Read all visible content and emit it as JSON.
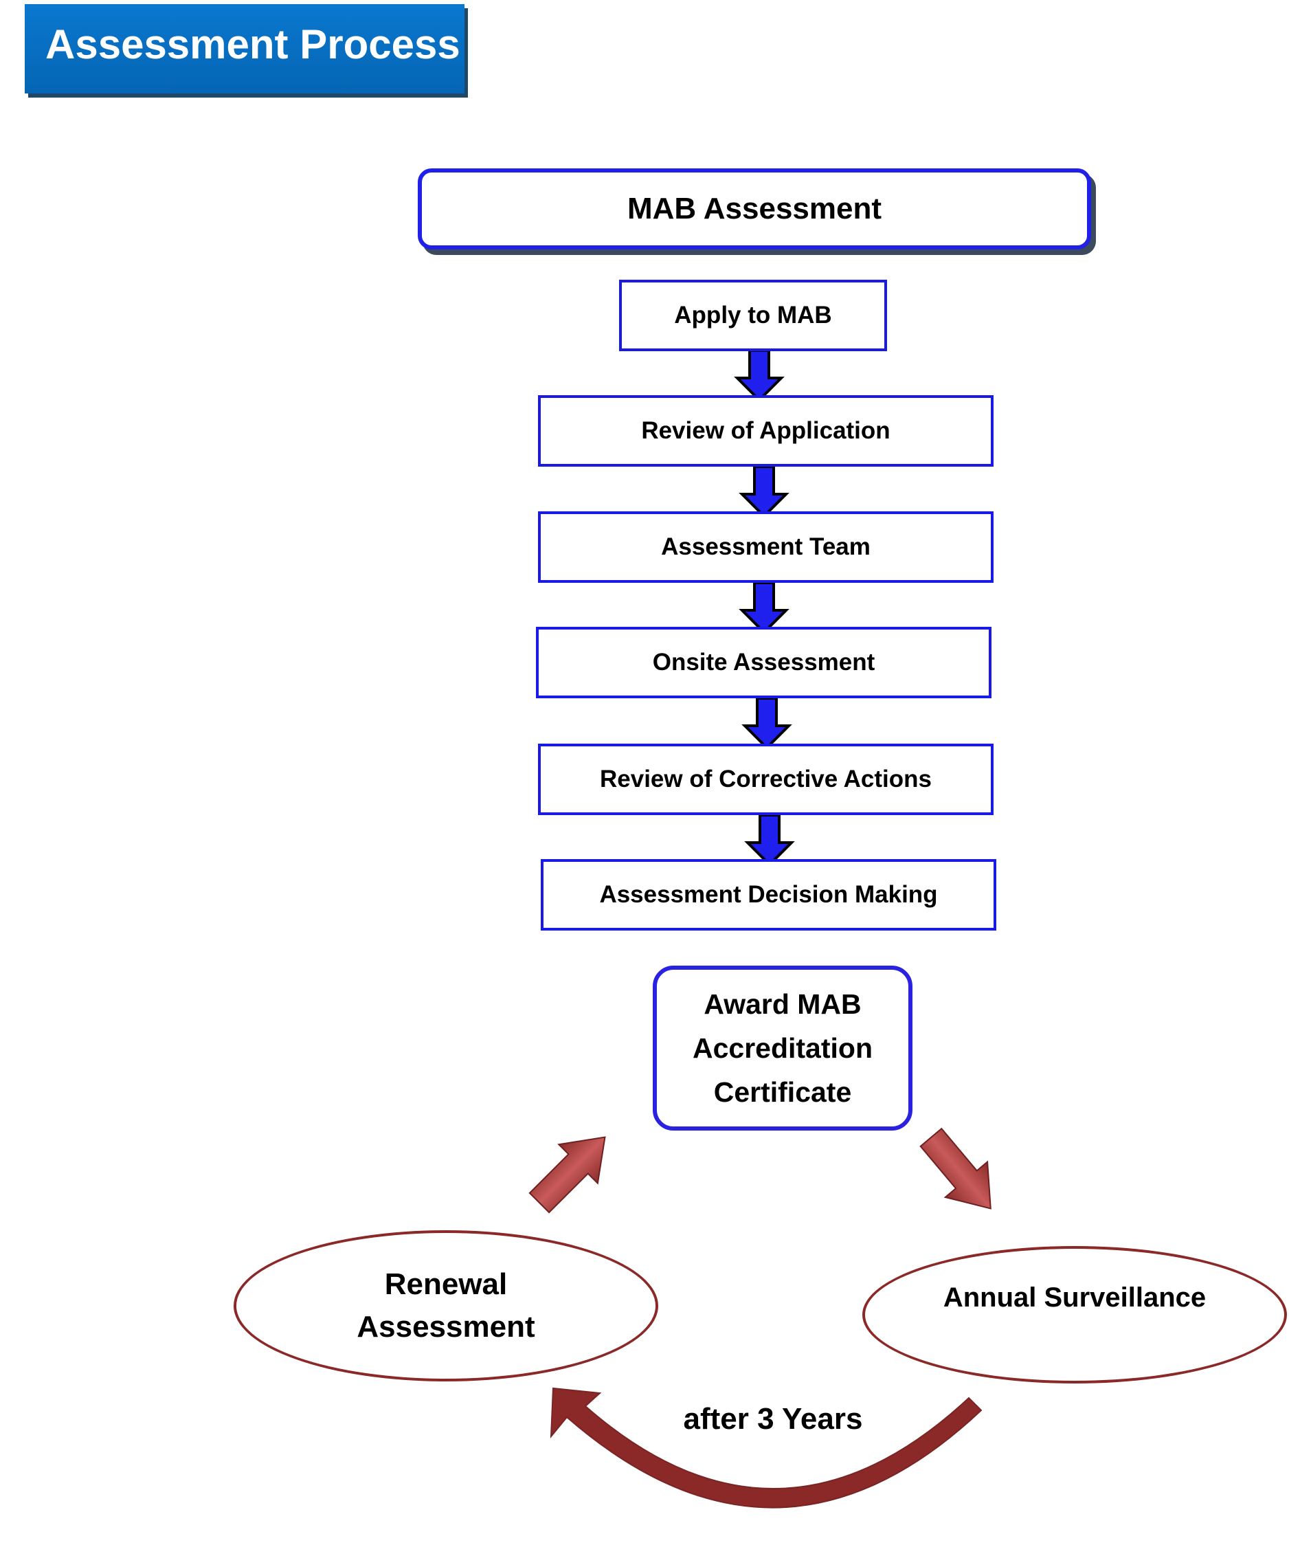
{
  "title": "Assessment Process",
  "header": "MAB Assessment",
  "steps": [
    "Apply to MAB",
    "Review of Application",
    "Assessment Team",
    "Onsite Assessment",
    "Review of Corrective Actions",
    "Assessment Decision Making"
  ],
  "award": [
    "Award MAB",
    "Accreditation",
    "Certificate"
  ],
  "renewal": [
    "Renewal",
    "Assessment"
  ],
  "surveillance": "Annual Surveillance",
  "cycle_label": "after 3 Years",
  "colors": {
    "banner": "#0a6fc2",
    "box_border": "#1a1ae6",
    "flow_arrow": "#2020ee",
    "cycle": "#8b2828",
    "cycle_arrow": "#b84a4a"
  }
}
